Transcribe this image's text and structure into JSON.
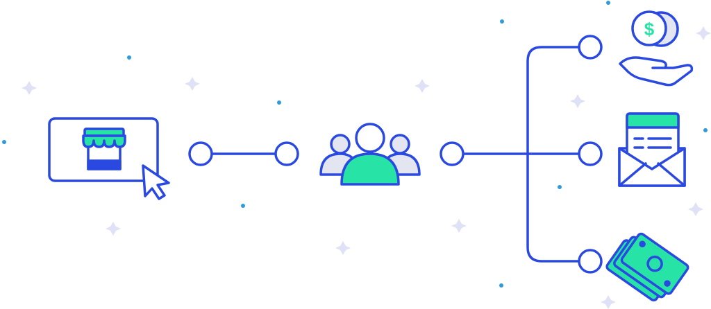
{
  "colors": {
    "stroke": "#2a49e0",
    "accent": "#27e3a5",
    "muted": "#e3e6f1",
    "dot": "#2e9bde",
    "sparkle": "#dfe2f6",
    "background": "#ffffff"
  },
  "diagram": {
    "nodes": [
      {
        "id": "storefront",
        "icon": "storefront-click-icon"
      },
      {
        "id": "audience",
        "icon": "people-group-icon"
      },
      {
        "id": "payout",
        "icon": "hand-coin-icon",
        "glyph": "$"
      },
      {
        "id": "email",
        "icon": "envelope-letter-icon"
      },
      {
        "id": "cash",
        "icon": "banknotes-stack-icon"
      }
    ],
    "edges": [
      {
        "from": "storefront",
        "to": "audience"
      },
      {
        "from": "audience",
        "to": "payout"
      },
      {
        "from": "audience",
        "to": "email"
      },
      {
        "from": "audience",
        "to": "cash"
      }
    ]
  }
}
